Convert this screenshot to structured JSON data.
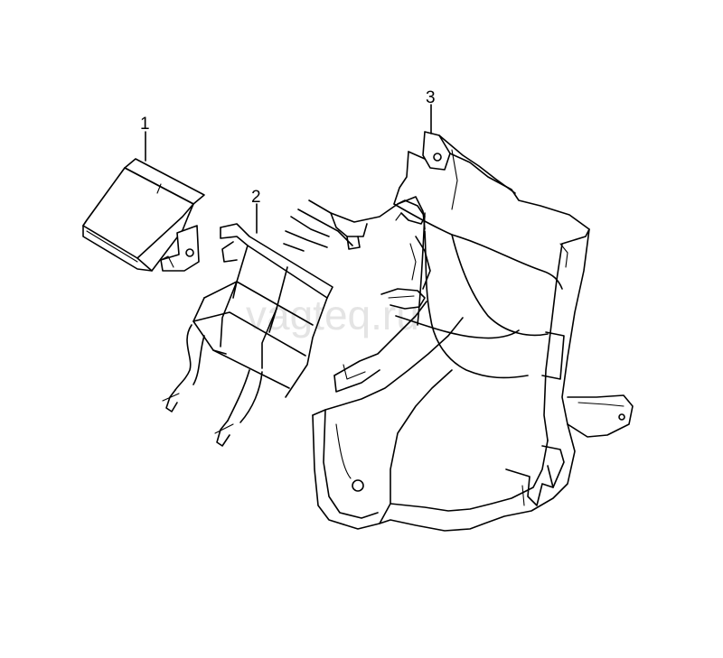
{
  "callouts": [
    {
      "label": "1"
    },
    {
      "label": "2"
    },
    {
      "label": "3"
    }
  ],
  "watermark": "vagteq.ru",
  "colors": {
    "line": "#000000",
    "background": "#ffffff",
    "watermark": "#cfcfcf"
  }
}
